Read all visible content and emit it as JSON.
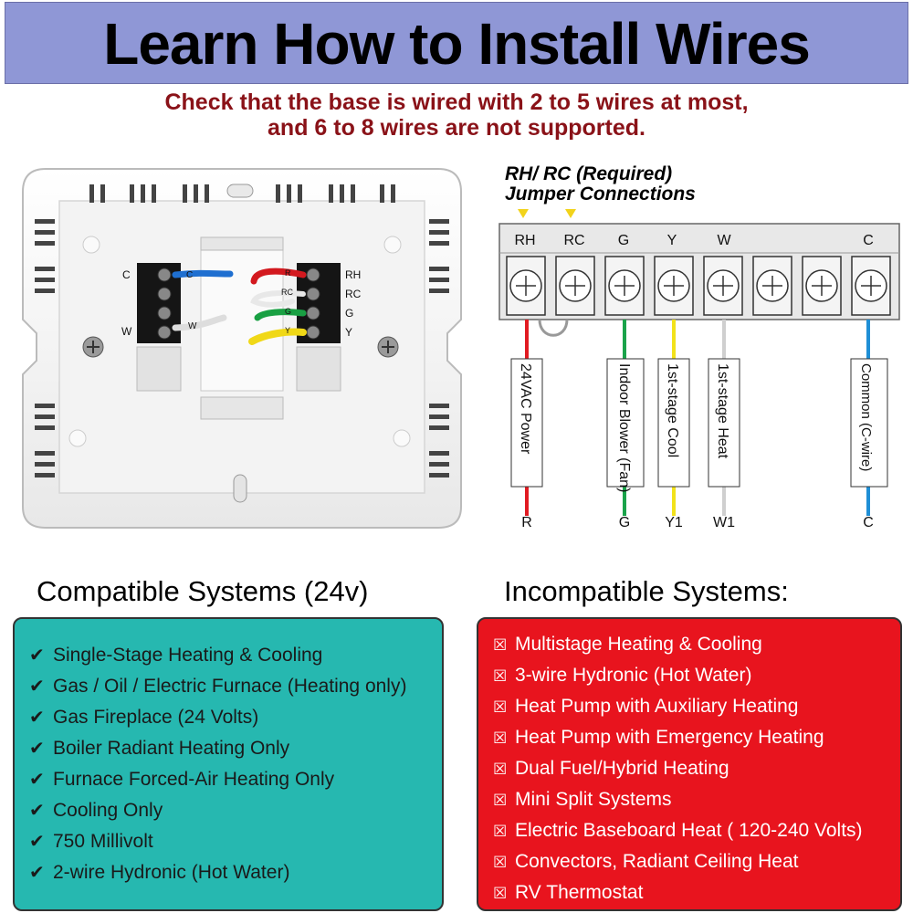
{
  "header": {
    "title": "Learn How to Install Wires",
    "subtitle_line1": "Check that the base is wired with 2 to 5 wires at most,",
    "subtitle_line2": "and 6 to 8 wires are not supported."
  },
  "base_plate": {
    "left_terminals": [
      "C",
      "W"
    ],
    "left_wire_tags": [
      "C",
      "W"
    ],
    "right_terminals": [
      "RH",
      "RC",
      "G",
      "Y"
    ],
    "right_wire_tags": [
      "R",
      "RC",
      "G",
      "Y"
    ]
  },
  "wiring_diagram": {
    "jumper_line1": "RH/ RC (Required)",
    "jumper_line2": "Jumper Connections",
    "terminal_labels": [
      "RH",
      "RC",
      "G",
      "Y",
      "W",
      "",
      "",
      "C"
    ],
    "wires": [
      {
        "label": "24VAC Power",
        "end": "R",
        "color": "#e11b22"
      },
      {
        "label": "Indoor Blower (Fan)",
        "end": "G",
        "color": "#1aa34a"
      },
      {
        "label": "1st-stage Cool",
        "end": "Y1",
        "color": "#f2e21b"
      },
      {
        "label": "1st-stage Heat",
        "end": "W1",
        "color": "#d9d9d9"
      },
      {
        "label": "Common (C-wire)",
        "end": "C",
        "color": "#1f8fd6"
      }
    ]
  },
  "compatible": {
    "title": "Compatible Systems (24v)",
    "mark": "✔",
    "items": [
      "Single-Stage Heating & Cooling",
      "Gas / Oil / Electric Furnace (Heating only)",
      "Gas Fireplace (24 Volts)",
      "Boiler Radiant Heating Only",
      "Furnace Forced-Air Heating Only",
      "Cooling Only",
      "750 Millivolt",
      "2-wire Hydronic (Hot Water)"
    ],
    "color": "#26b8b0"
  },
  "incompatible": {
    "title": "Incompatible Systems:",
    "mark": "☒",
    "items": [
      "Multistage Heating & Cooling",
      "3-wire Hydronic (Hot Water)",
      "Heat Pump with Auxiliary Heating",
      "Heat Pump with Emergency Heating",
      "Dual Fuel/Hybrid Heating",
      "Mini Split Systems",
      "Electric Baseboard Heat ( 120-240 Volts)",
      "Convectors, Radiant Ceiling Heat",
      "RV Thermostat"
    ],
    "color": "#e8141e"
  }
}
